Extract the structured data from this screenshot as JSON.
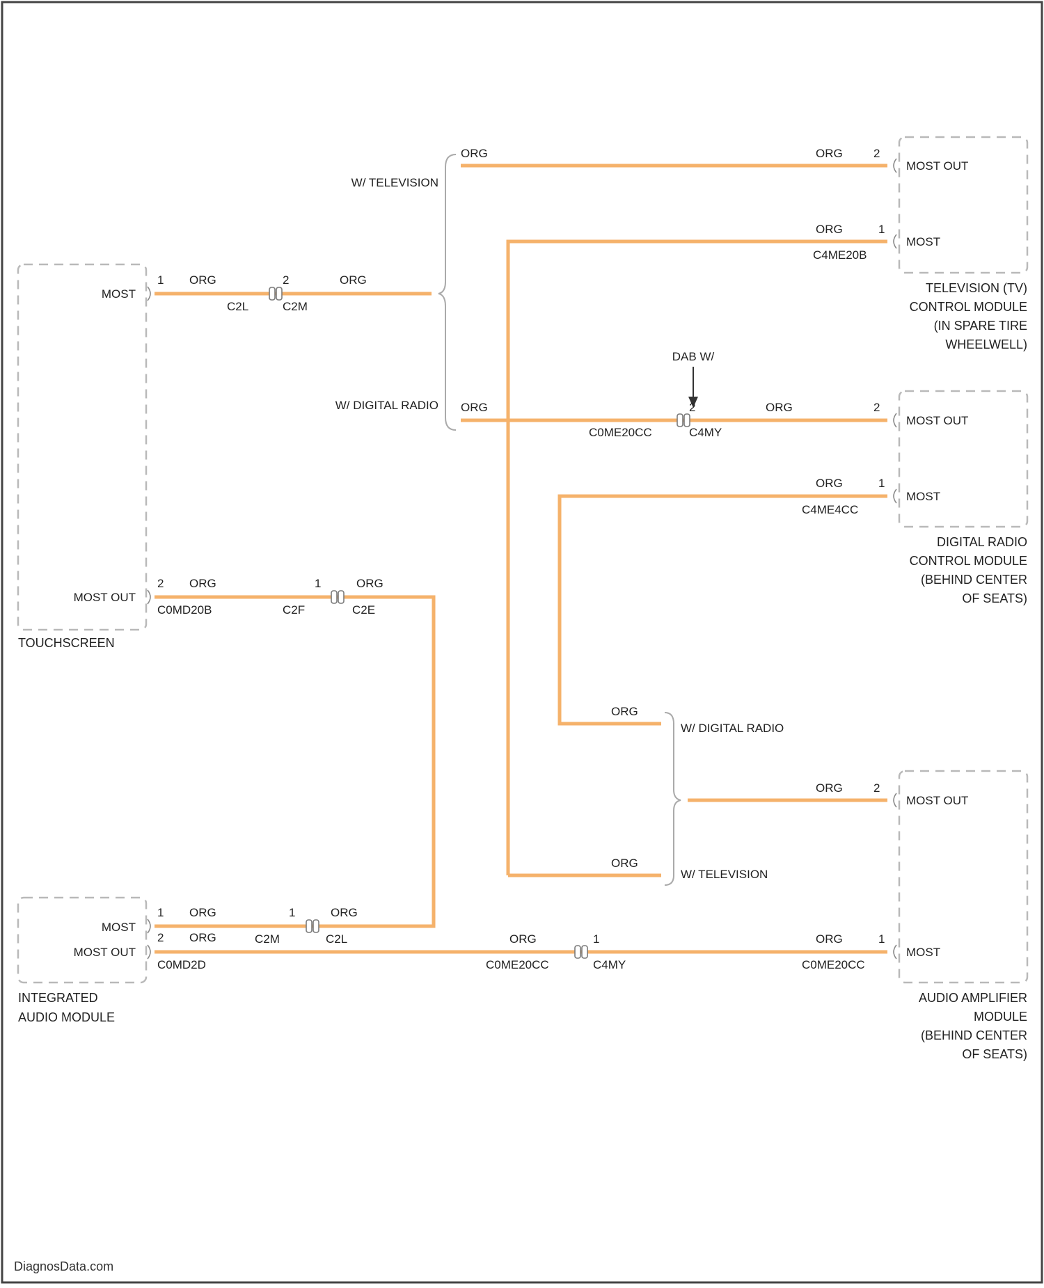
{
  "components": {
    "touchscreen": {
      "name": "TOUCHSCREEN",
      "pins": [
        "MOST",
        "MOST OUT"
      ]
    },
    "integrated_audio": {
      "name_lines": [
        "INTEGRATED",
        "AUDIO MODULE"
      ],
      "pins": [
        "MOST",
        "MOST OUT"
      ]
    },
    "tv_module": {
      "name_lines": [
        "TELEVISION (TV)",
        "CONTROL MODULE",
        "(IN SPARE TIRE",
        "WHEELWELL)"
      ],
      "pins": [
        "MOST OUT",
        "MOST"
      ]
    },
    "dab_module": {
      "name_lines": [
        "DIGITAL RADIO",
        "CONTROL MODULE",
        "(BEHIND CENTER",
        "OF SEATS)"
      ],
      "pins": [
        "MOST OUT",
        "MOST"
      ]
    },
    "amp_module": {
      "name_lines": [
        "AUDIO AMPLIFIER",
        "MODULE",
        "(BEHIND CENTER",
        "OF SEATS)"
      ],
      "pins": [
        "MOST OUT",
        "MOST"
      ]
    }
  },
  "branches": {
    "upper_tv": "W/ TELEVISION",
    "upper_dab": "W/ DIGITAL RADIO",
    "lower_dab": "W/ DIGITAL RADIO",
    "lower_tv": "W/ TELEVISION"
  },
  "wire_color": "ORG",
  "connectors": {
    "c2l": "C2L",
    "c2m": "C2M",
    "c2f": "C2F",
    "c2e": "C2E",
    "c4m": "C2M",
    "c4l": "C2L",
    "c0mb": "C0MD20B",
    "cam": "C4ME20B",
    "cdab": "C0ME20CC",
    "c4my": "C4MY",
    "c4me4cc": "C4ME4CC",
    "c0md2d": "C0MD2D",
    "cmid": "C0ME20CC",
    "c4my2": "C4MY",
    "camp": "C0ME20CC"
  },
  "pin_numbers": {
    "ts_most": "1",
    "ts_most_out": "2",
    "c2l_2": "2",
    "c2f_1": "1",
    "tv_2": "2",
    "tv_1": "1",
    "dab_2": "2",
    "dab_1": "1",
    "dab_mid": "2",
    "amp_2": "2",
    "amp_1": "1",
    "iam_1": "1",
    "iam_2": "2",
    "c2m_1": "1",
    "mid_1": "1"
  },
  "annotations": {
    "dab_w": "DAB W/"
  },
  "watermark": "DiagnosData.com",
  "colors": {
    "wire": "#f5b26b",
    "box": "#b9b9b9",
    "text": "#222222",
    "border": "#444444"
  }
}
